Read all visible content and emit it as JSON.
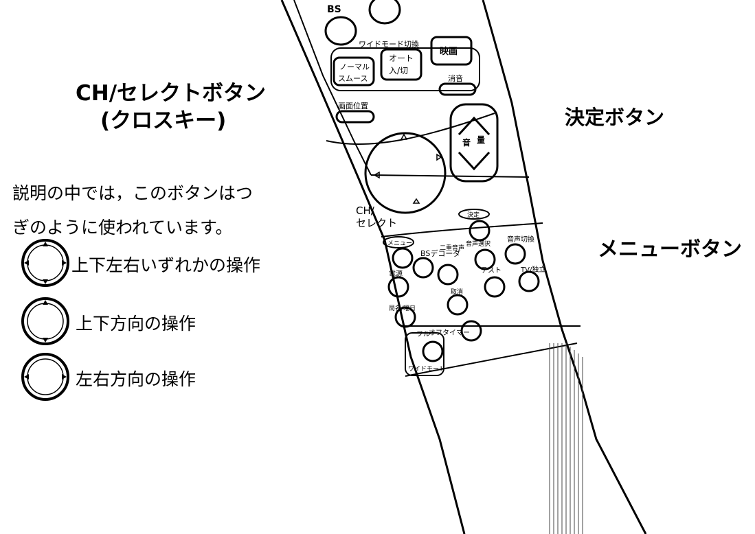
{
  "callouts": {
    "ch_select_line1": "CH/セレクトボタン",
    "ch_select_line2": "(クロスキー)",
    "kettei": "決定ボタン",
    "menu": "メニューボタン"
  },
  "explanation_box": {
    "intro_line1": "説明の中では，このボタンはつ",
    "intro_line2": "ぎのように使われています。",
    "items": [
      {
        "icon": "cross-key-all-directions-icon",
        "label": "上下左右いずれかの操作"
      },
      {
        "icon": "cross-key-up-down-icon",
        "label": "上下方向の操作"
      },
      {
        "icon": "cross-key-left-right-icon",
        "label": "左右方向の操作"
      }
    ]
  },
  "remote": {
    "bs": "BS",
    "wide_mode_switch": "ワイドモード切換",
    "normal": "ノーマル",
    "smooth": "スムース",
    "auto": "オート",
    "auto_onoff": "入/切",
    "cinema": "映画",
    "mute": "消音",
    "screen_position": "画面位置",
    "volume": "音",
    "volume2": "量",
    "ch": "CH/",
    "select": "セレクト",
    "kettei": "決定",
    "menu": "メニュー",
    "bs_decoder": "BSデコーダ",
    "voice_switch": "音声切換",
    "dual_voice": "二重音声",
    "voice_select": "音声選択",
    "power": "電源",
    "test": "テスト",
    "tv_input": "TV/独立",
    "station_name": "局名/曜日",
    "delete": "取消",
    "off_timer": "オフタイマー",
    "full": "フル",
    "wide_mode": "ワイドモード"
  }
}
